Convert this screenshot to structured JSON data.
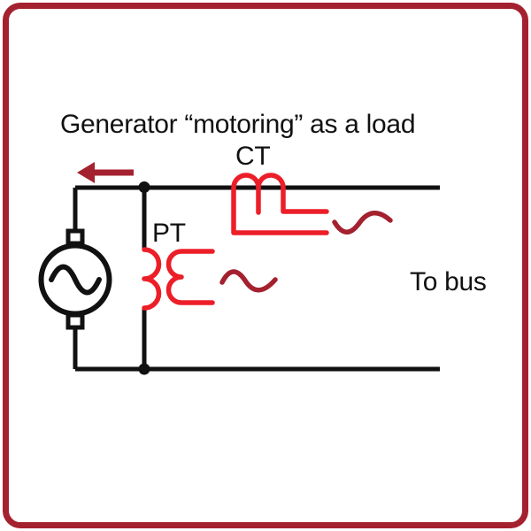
{
  "title": "Generator “motoring” as a load",
  "labels": {
    "ct": "CT",
    "pt": "PT",
    "to_bus": "To bus"
  },
  "icons": {
    "generator": "ac-generator-symbol",
    "current_arrow": "left-arrow-icon",
    "ct_coil": "current-transformer-coil",
    "pt_primary_coil": "potential-transformer-primary-coil",
    "pt_secondary_coil": "potential-transformer-secondary-coil",
    "ct_wave": "sine-wave",
    "pt_wave": "sine-wave"
  },
  "colors": {
    "frame": "#A4212F",
    "accent": "#A4212F",
    "coil": "#EC1E28",
    "wire": "#111111",
    "text": "#111111",
    "background": "#FFFFFF"
  }
}
